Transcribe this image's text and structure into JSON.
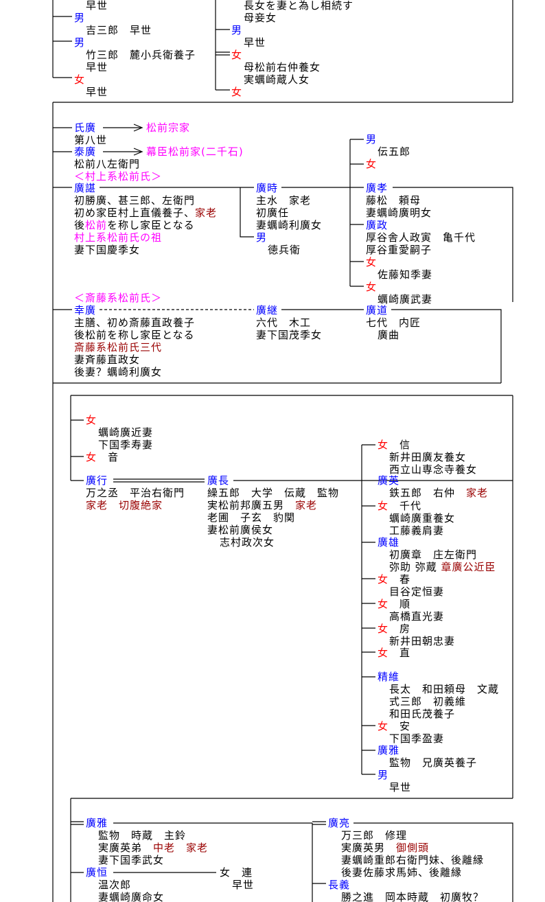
{
  "colors": {
    "text": "#000000",
    "male": "#0000ff",
    "name": "#0000ff",
    "female": "#ff0000",
    "clan": "#ff00ff",
    "rank": "#990000"
  },
  "lines": [
    [
      {
        "t": "早世",
        "r": "text"
      }
    ],
    [
      {
        "t": "男",
        "r": "male"
      }
    ],
    [
      {
        "t": "吉三郎　早世",
        "r": "text"
      }
    ],
    [
      {
        "t": "男",
        "r": "male"
      }
    ],
    [
      {
        "t": "竹三郎　麓小兵衛養子",
        "r": "text"
      }
    ],
    [
      {
        "t": "早世",
        "r": "text"
      }
    ],
    [
      {
        "t": "女",
        "r": "female"
      }
    ],
    [
      {
        "t": "早世",
        "r": "text"
      }
    ],
    [
      {
        "t": "長女を妻と為し相続す",
        "r": "text"
      }
    ],
    [
      {
        "t": "母妾女",
        "r": "text"
      }
    ],
    [
      {
        "t": "男",
        "r": "male"
      }
    ],
    [
      {
        "t": "早世",
        "r": "text"
      }
    ],
    [
      {
        "t": "女",
        "r": "female"
      }
    ],
    [
      {
        "t": "母松前右仲養女",
        "r": "text"
      }
    ],
    [
      {
        "t": "実蠣崎蔵人女",
        "r": "text"
      }
    ],
    [
      {
        "t": "女",
        "r": "female"
      }
    ],
    [
      {
        "t": "氏廣",
        "r": "name"
      }
    ],
    [
      {
        "t": "松前宗家",
        "r": "clan"
      }
    ],
    [
      {
        "t": "第八世",
        "r": "text"
      }
    ],
    [
      {
        "t": "泰廣",
        "r": "name"
      }
    ],
    [
      {
        "t": "幕臣松前家(二千石)",
        "r": "clan"
      }
    ],
    [
      {
        "t": "松前八左衛門",
        "r": "text"
      }
    ],
    [
      {
        "t": "＜村上系松前氏＞",
        "r": "clan"
      }
    ],
    [
      {
        "t": "廣諶",
        "r": "name"
      }
    ],
    [
      {
        "t": "初勝廣、甚三郎、左衛門",
        "r": "text"
      }
    ],
    [
      {
        "t": "初め家臣村上直儀養子、",
        "r": "text"
      },
      {
        "t": "家老",
        "r": "rank"
      }
    ],
    [
      {
        "t": "後",
        "r": "text"
      },
      {
        "t": "松前",
        "r": "clan"
      },
      {
        "t": "を称し家臣となる",
        "r": "text"
      }
    ],
    [
      {
        "t": "村上系松前氏の祖",
        "r": "clan"
      }
    ],
    [
      {
        "t": "妻下国慶季女",
        "r": "text"
      }
    ],
    [
      {
        "t": "廣時",
        "r": "name"
      }
    ],
    [
      {
        "t": "主水　家老",
        "r": "text"
      }
    ],
    [
      {
        "t": "初廣任",
        "r": "text"
      }
    ],
    [
      {
        "t": "妻蠣崎利廣女",
        "r": "text"
      }
    ],
    [
      {
        "t": "男",
        "r": "male"
      }
    ],
    [
      {
        "t": "徳兵衛",
        "r": "text"
      }
    ],
    [
      {
        "t": "男",
        "r": "male"
      }
    ],
    [
      {
        "t": "伝五郎",
        "r": "text"
      }
    ],
    [
      {
        "t": "女",
        "r": "female"
      }
    ],
    [
      {
        "t": "廣孝",
        "r": "name"
      }
    ],
    [
      {
        "t": "藤松　頼母",
        "r": "text"
      }
    ],
    [
      {
        "t": "妻蠣崎廣明女",
        "r": "text"
      }
    ],
    [
      {
        "t": "廣政",
        "r": "name"
      }
    ],
    [
      {
        "t": "厚谷舎人政寅　亀千代",
        "r": "text"
      }
    ],
    [
      {
        "t": "厚谷重愛嗣子",
        "r": "text"
      }
    ],
    [
      {
        "t": "女",
        "r": "female"
      }
    ],
    [
      {
        "t": "佐藤知季妻",
        "r": "text"
      }
    ],
    [
      {
        "t": "女",
        "r": "female"
      }
    ],
    [
      {
        "t": "蠣崎廣武妻",
        "r": "text"
      }
    ],
    [
      {
        "t": "＜斎藤系松前氏＞",
        "r": "clan"
      }
    ],
    [
      {
        "t": "幸廣",
        "r": "name"
      }
    ],
    [
      {
        "t": "主膳、初め斎藤直政養子",
        "r": "text"
      }
    ],
    [
      {
        "t": "後松前を称し家臣となる",
        "r": "text"
      }
    ],
    [
      {
        "t": "斎藤系松前氏三代",
        "r": "rank"
      }
    ],
    [
      {
        "t": "妻斉藤直政女",
        "r": "text"
      }
    ],
    [
      {
        "t": "後妻？蠣崎利廣女",
        "r": "text"
      }
    ],
    [
      {
        "t": "廣継",
        "r": "name"
      }
    ],
    [
      {
        "t": "六代　木工",
        "r": "text"
      }
    ],
    [
      {
        "t": "妻下国茂季女",
        "r": "text"
      }
    ],
    [
      {
        "t": "廣道",
        "r": "name"
      }
    ],
    [
      {
        "t": "七代　内匠",
        "r": "text"
      }
    ],
    [
      {
        "t": "廣曲",
        "r": "text"
      }
    ],
    [
      {
        "t": "女",
        "r": "female"
      }
    ],
    [
      {
        "t": "蠣崎廣近妻",
        "r": "text"
      }
    ],
    [
      {
        "t": "下国季寿妻",
        "r": "text"
      }
    ],
    [
      {
        "t": "女",
        "r": "female"
      },
      {
        "t": "　音",
        "r": "text"
      }
    ],
    [
      {
        "t": "廣行",
        "r": "name"
      }
    ],
    [
      {
        "t": "万之丞　平治右衛門",
        "r": "text"
      }
    ],
    [
      {
        "t": "家老　切腹絶家",
        "r": "rank"
      }
    ],
    [
      {
        "t": "廣長",
        "r": "name"
      }
    ],
    [
      {
        "t": "繰五郎　大学　伝蔵　監物",
        "r": "text"
      }
    ],
    [
      {
        "t": "実松前邦廣五男　",
        "r": "text"
      },
      {
        "t": "家老",
        "r": "rank"
      }
    ],
    [
      {
        "t": "老圃　子玄　豹関",
        "r": "text"
      }
    ],
    [
      {
        "t": "妻松前廣侯女",
        "r": "text"
      }
    ],
    [
      {
        "t": "志村政次女",
        "r": "text"
      }
    ],
    [
      {
        "t": "女",
        "r": "female"
      },
      {
        "t": "　信",
        "r": "text"
      }
    ],
    [
      {
        "t": "新井田廣友養女",
        "r": "text"
      }
    ],
    [
      {
        "t": "西立山専念寺養女",
        "r": "text"
      }
    ],
    [
      {
        "t": "廣英",
        "r": "name"
      }
    ],
    [
      {
        "t": "鉄五郎　右仲　",
        "r": "text"
      },
      {
        "t": "家老",
        "r": "rank"
      }
    ],
    [
      {
        "t": "女",
        "r": "female"
      },
      {
        "t": "　千代",
        "r": "text"
      }
    ],
    [
      {
        "t": "蠣崎廣重養女",
        "r": "text"
      }
    ],
    [
      {
        "t": "工藤義肩妻",
        "r": "text"
      }
    ],
    [
      {
        "t": "廣雄",
        "r": "name"
      }
    ],
    [
      {
        "t": "初廣章　庄左衛門",
        "r": "text"
      }
    ],
    [
      {
        "t": "弥助 弥蔵 ",
        "r": "text"
      },
      {
        "t": "章廣公近臣",
        "r": "rank"
      }
    ],
    [
      {
        "t": "女",
        "r": "female"
      },
      {
        "t": "　春",
        "r": "text"
      }
    ],
    [
      {
        "t": "目谷定恒妻",
        "r": "text"
      }
    ],
    [
      {
        "t": "女",
        "r": "female"
      },
      {
        "t": "　順",
        "r": "text"
      }
    ],
    [
      {
        "t": "高橋直光妻",
        "r": "text"
      }
    ],
    [
      {
        "t": "女",
        "r": "female"
      },
      {
        "t": "　房",
        "r": "text"
      }
    ],
    [
      {
        "t": "新井田朝忠妻",
        "r": "text"
      }
    ],
    [
      {
        "t": "女",
        "r": "female"
      },
      {
        "t": "　直",
        "r": "text"
      }
    ],
    [
      {
        "t": "精維",
        "r": "name"
      }
    ],
    [
      {
        "t": "長太　和田頼母　文蔵",
        "r": "text"
      }
    ],
    [
      {
        "t": "式三郎　初義維",
        "r": "text"
      }
    ],
    [
      {
        "t": "和田氏茂養子",
        "r": "text"
      }
    ],
    [
      {
        "t": "女",
        "r": "female"
      },
      {
        "t": "　安",
        "r": "text"
      }
    ],
    [
      {
        "t": "下国季盈妻",
        "r": "text"
      }
    ],
    [
      {
        "t": "廣雅",
        "r": "name"
      }
    ],
    [
      {
        "t": "監物　兄廣英養子",
        "r": "text"
      }
    ],
    [
      {
        "t": "男",
        "r": "male"
      }
    ],
    [
      {
        "t": "早世",
        "r": "text"
      }
    ],
    [
      {
        "t": "廣雅",
        "r": "name"
      }
    ],
    [
      {
        "t": "監物　時蔵　主鈴",
        "r": "text"
      }
    ],
    [
      {
        "t": "実廣英弟　",
        "r": "text"
      },
      {
        "t": "中老　家老",
        "r": "rank"
      }
    ],
    [
      {
        "t": "妻下国季武女",
        "r": "text"
      }
    ],
    [
      {
        "t": "廣恒",
        "r": "name"
      }
    ],
    [
      {
        "t": "温次郎",
        "r": "text"
      }
    ],
    [
      {
        "t": "妻蠣崎廣命女",
        "r": "text"
      }
    ],
    [
      {
        "t": "女　連",
        "r": "text"
      }
    ],
    [
      {
        "t": "早世",
        "r": "text"
      }
    ],
    [
      {
        "t": "廣亮",
        "r": "name"
      }
    ],
    [
      {
        "t": "万三郎　修理",
        "r": "text"
      }
    ],
    [
      {
        "t": "実廣英男　",
        "r": "text"
      },
      {
        "t": "御側頭",
        "r": "rank"
      }
    ],
    [
      {
        "t": "妻蠣崎重郎右衛門妹、後離縁",
        "r": "text"
      }
    ],
    [
      {
        "t": "後妻佐藤求馬姉、後離縁",
        "r": "text"
      }
    ],
    [
      {
        "t": "長義",
        "r": "name"
      }
    ],
    [
      {
        "t": "勝之進　岡本時蔵　初廣牧？",
        "r": "text"
      }
    ]
  ]
}
